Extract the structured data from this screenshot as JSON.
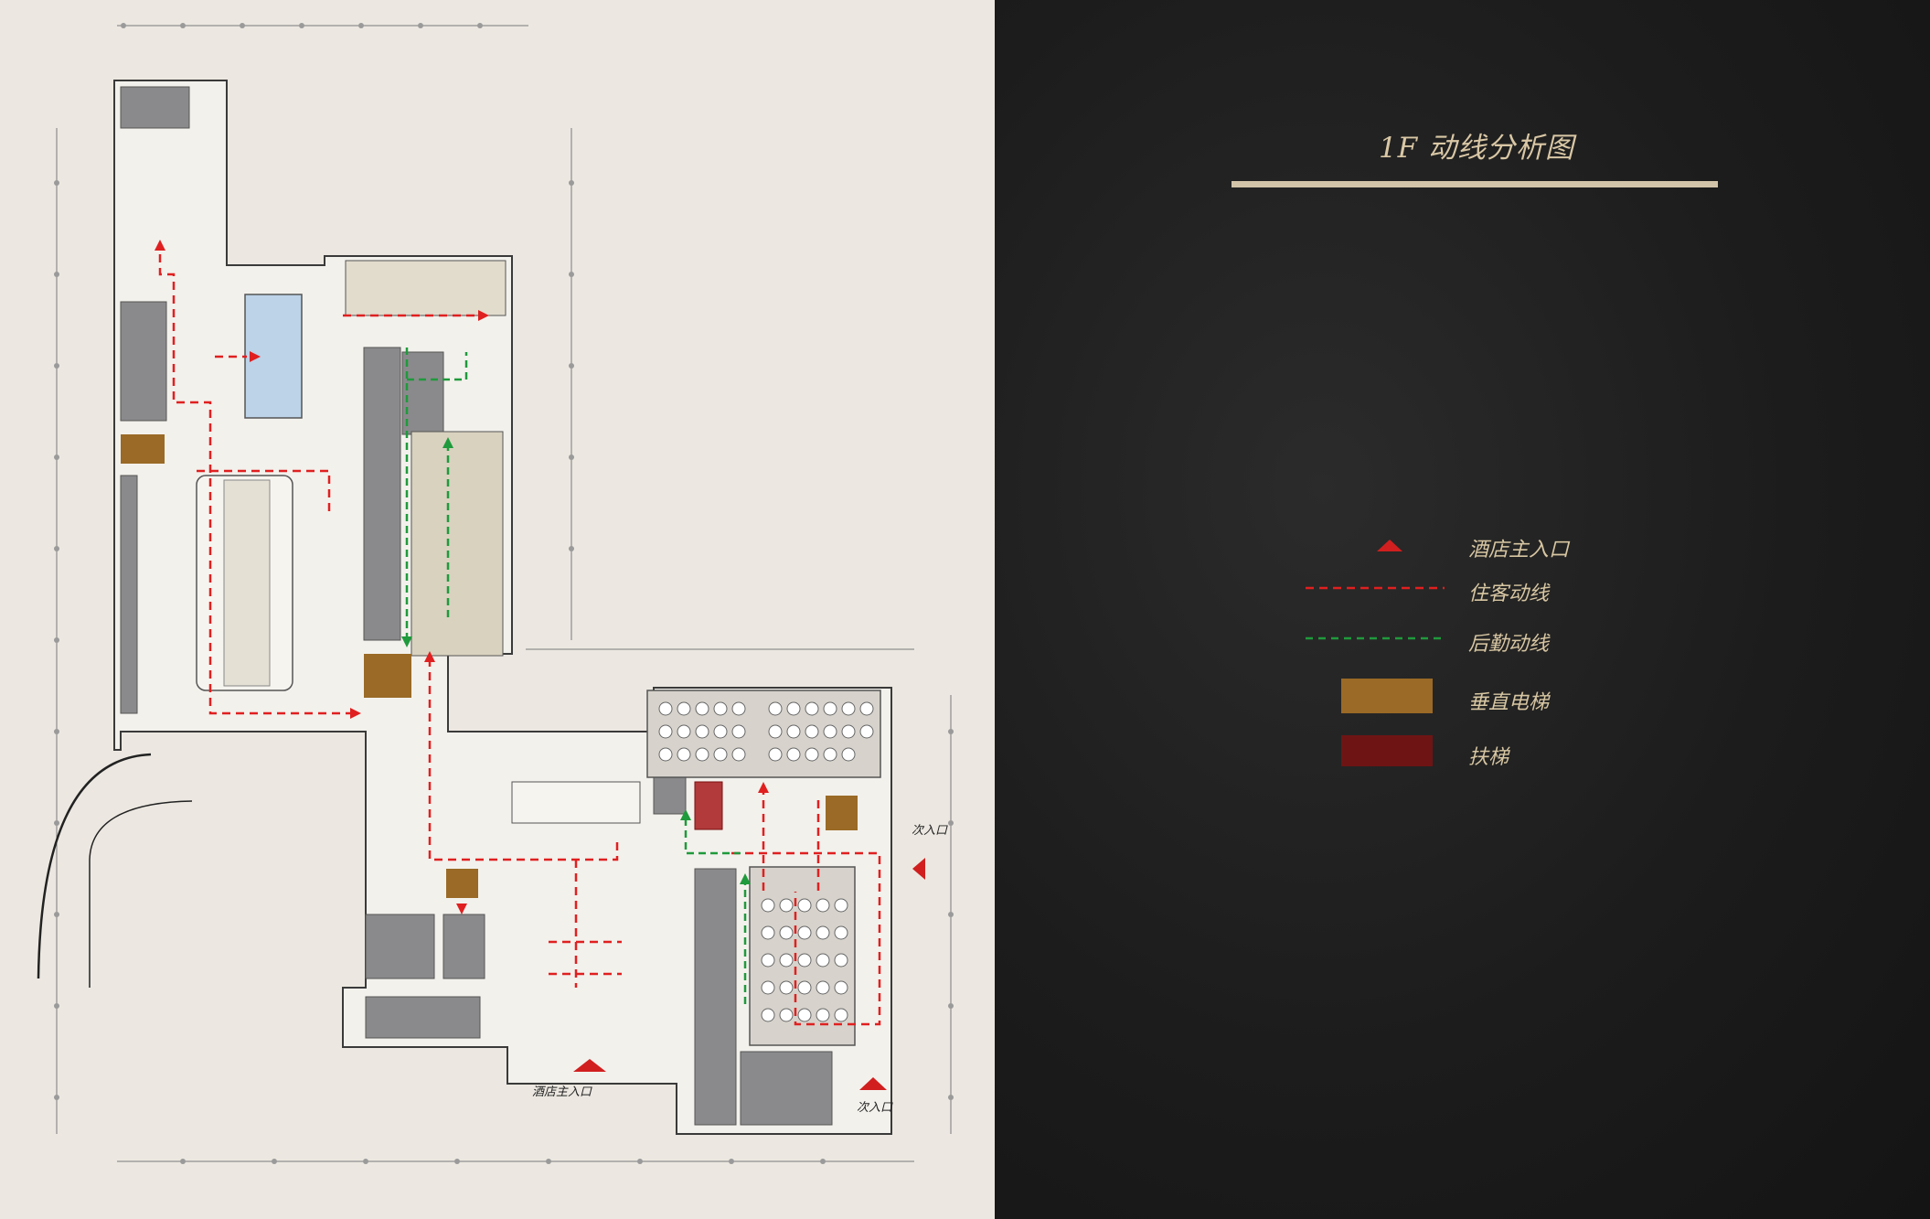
{
  "title": "1F 动线分析图",
  "legend": [
    {
      "key": "main-entrance",
      "label": "酒店主入口",
      "symbol": "triangle",
      "color": "#d11f1f"
    },
    {
      "key": "guest-flow",
      "label": "住客动线",
      "symbol": "dashed-line",
      "color": "#e02020"
    },
    {
      "key": "service-flow",
      "label": "后勤动线",
      "symbol": "dashed-line",
      "color": "#1f9a3c"
    },
    {
      "key": "vertical-elevator",
      "label": "垂直电梯",
      "symbol": "swatch",
      "color": "#9a6a26"
    },
    {
      "key": "escalator",
      "label": "扶梯",
      "symbol": "swatch",
      "color": "#6e1414"
    }
  ],
  "plan_labels": {
    "main_entrance": "酒店主入口",
    "secondary_entrance_bottom": "次入口",
    "secondary_entrance_right": "次入口"
  },
  "colors": {
    "plan_background": "#ece8e1",
    "wall": "#3a3a3a",
    "service_block": "#8a8a8c",
    "accent_gold": "#d2c4a9"
  }
}
